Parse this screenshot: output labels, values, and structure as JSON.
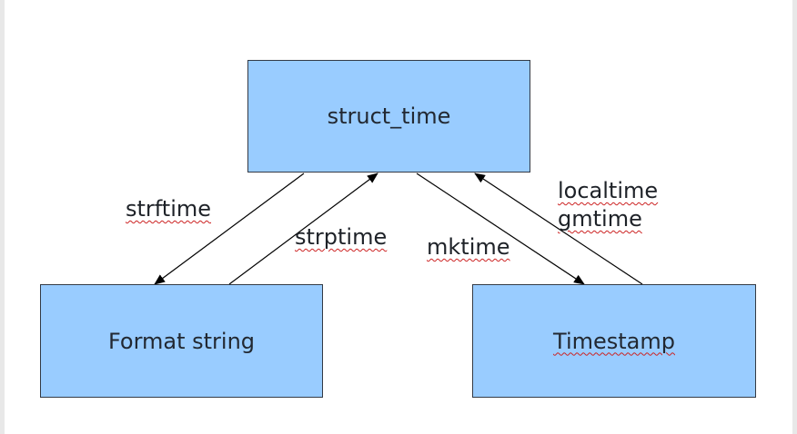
{
  "nodes": {
    "struct_time": "struct_time",
    "format_string": "Format string",
    "timestamp": "Timestamp"
  },
  "edges": {
    "strftime": "strftime",
    "strptime": "strptime",
    "mktime": "mktime",
    "localtime": "localtime",
    "gmtime": "gmtime"
  },
  "colors": {
    "node_fill": "#99ccff",
    "node_border": "#333a45",
    "arrow": "#000000",
    "spellcheck_underline": "#cc2222"
  }
}
